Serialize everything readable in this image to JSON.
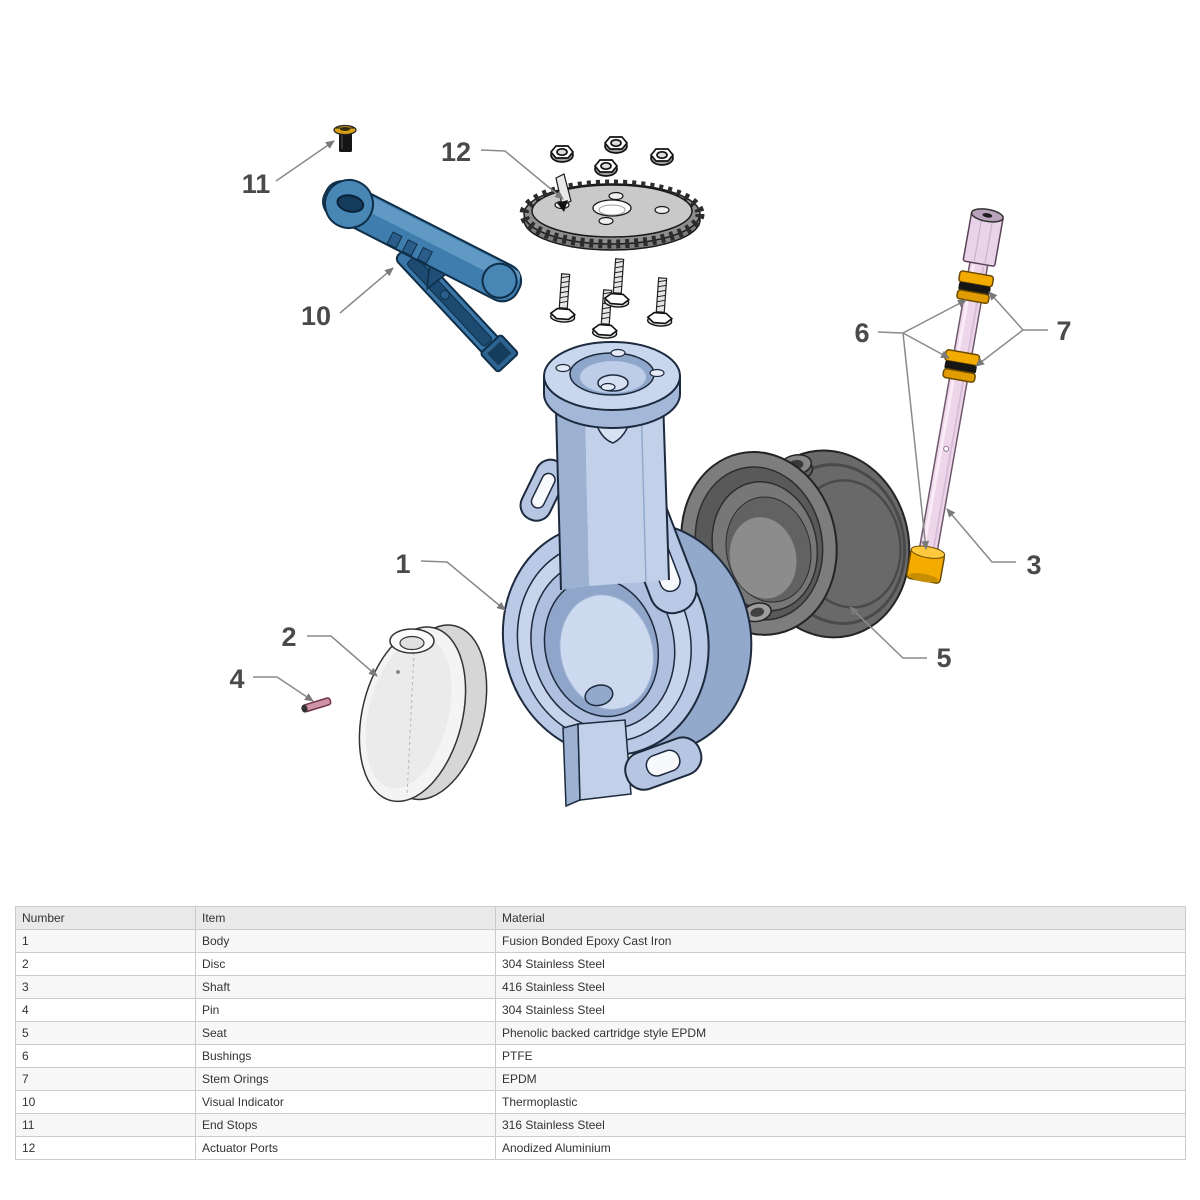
{
  "diagram": {
    "type": "exploded-view-butterfly-valve",
    "callouts": [
      {
        "label": "1",
        "part": "Body"
      },
      {
        "label": "2",
        "part": "Disc"
      },
      {
        "label": "3",
        "part": "Shaft"
      },
      {
        "label": "4",
        "part": "Pin"
      },
      {
        "label": "5",
        "part": "Seat"
      },
      {
        "label": "6",
        "part": "Bushings"
      },
      {
        "label": "7",
        "part": "Stem Orings"
      },
      {
        "label": "10",
        "part": "Visual Indicator"
      },
      {
        "label": "11",
        "part": "End Stops"
      },
      {
        "label": "12",
        "part": "Actuator Ports"
      }
    ],
    "colors": {
      "body_blue": "#bac9e5",
      "handle_blue": "#3e7dae",
      "seat_gray": "#6f6f6f",
      "shaft_pink": "#eed6ea",
      "bushing_gold": "#f4ab00",
      "disc_white": "#f4f4f4",
      "gear_gray": "#c9c9c9",
      "callout_label": "#4a4a4a",
      "callout_line": "#8a8a8a"
    }
  },
  "table": {
    "headers": [
      "Number",
      "Item",
      "Material"
    ],
    "rows": [
      {
        "number": "1",
        "item": "Body",
        "material": "Fusion Bonded Epoxy Cast Iron"
      },
      {
        "number": "2",
        "item": "Disc",
        "material": "304 Stainless Steel"
      },
      {
        "number": "3",
        "item": "Shaft",
        "material": "416 Stainless Steel"
      },
      {
        "number": "4",
        "item": "Pin",
        "material": "304 Stainless Steel"
      },
      {
        "number": "5",
        "item": "Seat",
        "material": "Phenolic backed cartridge style EPDM"
      },
      {
        "number": "6",
        "item": "Bushings",
        "material": "PTFE"
      },
      {
        "number": "7",
        "item": "Stem Orings",
        "material": "EPDM"
      },
      {
        "number": "10",
        "item": "Visual Indicator",
        "material": "Thermoplastic"
      },
      {
        "number": "11",
        "item": "End Stops",
        "material": "316 Stainless Steel"
      },
      {
        "number": "12",
        "item": "Actuator Ports",
        "material": "Anodized Aluminium"
      }
    ]
  }
}
